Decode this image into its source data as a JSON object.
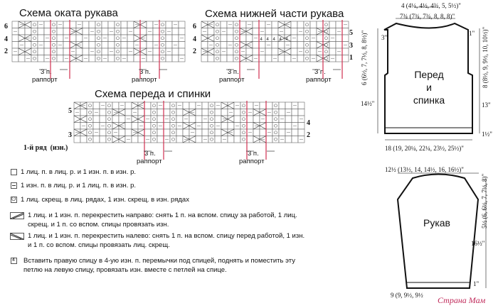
{
  "charts": {
    "cap": {
      "title": "Схема оката рукава",
      "rows_left": [
        "6",
        "4",
        "2"
      ],
      "rows_right": [
        "5",
        "3",
        "1"
      ],
      "repeat_label": "3 п.",
      "repeat_word": "раппорт"
    },
    "lower": {
      "title": "Схема нижней части рукава",
      "rows_left": [
        "6",
        "4",
        "2"
      ],
      "rows_right": [
        "5",
        "3",
        "1"
      ],
      "repeat_label": "3 п.",
      "repeat_word": "раппорт",
      "cell_mark": "4"
    },
    "body": {
      "title": "Схема переда и спинки",
      "rows_left": [
        "5",
        "3"
      ],
      "rows_right": [
        "4",
        "2"
      ],
      "first_row": "1-й ряд  (изн.)",
      "repeat_label": "3 п.",
      "repeat_word": "раппорт"
    }
  },
  "legend": [
    {
      "icon": "empty-square-icon",
      "text": "1 лиц. п. в лиц. р. и 1 изн. п. в изн. р."
    },
    {
      "icon": "dash-square-icon",
      "text": "1 изн. п. в лиц. р. и 1 лиц. п. в изн. р."
    },
    {
      "icon": "twisted-stitch-icon",
      "text": "1 лиц. скрещ. в лиц. рядах, 1 изн. скрещ. в изн. рядах"
    },
    {
      "icon": "cross-right-icon",
      "text": "1 лиц. и 1 изн. п. перекрестить направо: снять 1 п. на вспом. спицу за работой, 1 лиц. скрещ. и 1 п. со вспом. спицы провязать изн."
    },
    {
      "icon": "cross-left-icon",
      "text": "1 лиц. и 1 изн. п. перекрестить налево: снять 1 п. на вспом. спицу перед работой, 1 изн. и 1 п. со вспом. спицы провязать лиц. скрещ."
    },
    {
      "icon": "four-box-icon",
      "text": "Вставить правую спицу в 4-ую изн. п. перемычки под спицей, поднять и поместить эту петлю на левую спицу, провязать изн. вместе с петлей на спице."
    }
  ],
  "schematic": {
    "body_label": "Перед\nи\nспинка",
    "sleeve_label": "Рукав",
    "body_top": "4 (4¼, 4½, 4¾, 5, 5½)\"",
    "body_neck": "7¾ (7¾, 7¾, 8, 8, 8)\"",
    "body_armhole_right": "8 (8½, 9, 9½, 10, 10½)\"",
    "body_armhole_left": "6 (6½, 7, 7½, 8, 8½)\"",
    "body_shoulder_left": "3\"",
    "body_shoulder_right": "1\"",
    "body_side_left": "14½\"",
    "body_side_right": "13\"",
    "body_rib": "1½\"",
    "body_width": "18 (19, 20¼, 22¼, 23½, 25½)\"",
    "sleeve_top": "12½ (13½, 14, 14½, 16, 16½)\"",
    "sleeve_cap": "5½ (6, 6½, 7, 7½, 8)\"",
    "sleeve_len": "16½\"",
    "sleeve_rib": "1\"",
    "sleeve_bottom": "9 (9, 9½, 9½"
  },
  "watermark": "Страна Мам"
}
